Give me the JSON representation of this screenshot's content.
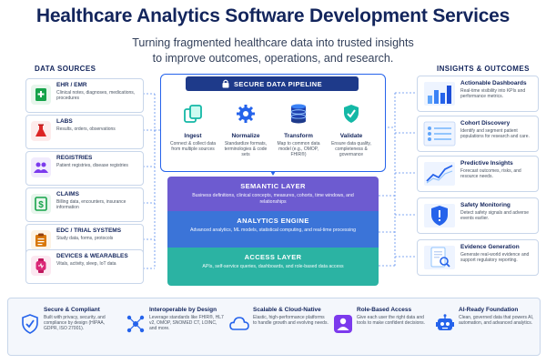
{
  "header": {
    "title": "Healthcare Analytics Software Development Services",
    "subtitle_line1": "Turning fragmented healthcare data into trusted insights",
    "subtitle_line2": "to improve outcomes, operations, and research."
  },
  "data_sources": {
    "heading": "DATA SOURCES",
    "items": [
      {
        "name": "EHR / EMR",
        "desc": "Clinical notes, diagnoses, medications, procedures",
        "icon": "document-plus-icon",
        "color": "#16a34a"
      },
      {
        "name": "LABS",
        "desc": "Results, orders, observations",
        "icon": "flask-icon",
        "color": "#dc2626"
      },
      {
        "name": "REGISTRIES",
        "desc": "Patient registries, disease registries",
        "icon": "people-icon",
        "color": "#7c3aed"
      },
      {
        "name": "CLAIMS",
        "desc": "Billing data, encounters, insurance information",
        "icon": "dollar-document-icon",
        "color": "#16a34a"
      },
      {
        "name": "EDC / TRIAL SYSTEMS",
        "desc": "Study data, forms, protocols",
        "icon": "clipboard-icon",
        "color": "#d97706"
      },
      {
        "name": "DEVICES & WEARABLES",
        "desc": "Vitals, activity, sleep, IoT data",
        "icon": "smartwatch-icon",
        "color": "#db2777"
      }
    ]
  },
  "pipeline": {
    "heading": "SECURE DATA PIPELINE",
    "steps": [
      {
        "label": "Ingest",
        "desc": "Connect & collect data from multiple sources",
        "icon": "copy-icon"
      },
      {
        "label": "Normalize",
        "desc": "Standardize formats, terminologies & code sets",
        "icon": "gear-icon"
      },
      {
        "label": "Transform",
        "desc": "Map to common data model (e.g., OMOP, FHIR®)",
        "icon": "database-icon"
      },
      {
        "label": "Validate",
        "desc": "Ensure data quality, completeness & governance",
        "icon": "shield-check-icon"
      }
    ]
  },
  "layers": [
    {
      "title": "SEMANTIC LAYER",
      "desc": "Business definitions, clinical concepts, measures, cohorts, time windows, and relationships",
      "color": "#6d5bd0"
    },
    {
      "title": "ANALYTICS ENGINE",
      "desc": "Advanced analytics, ML models, statistical computing, and real-time processing",
      "color": "#3b74d8"
    },
    {
      "title": "ACCESS LAYER",
      "desc": "APIs, self-service queries, dashboards, and role-based data access",
      "color": "#2bb3a3"
    }
  ],
  "insights": {
    "heading": "INSIGHTS & OUTCOMES",
    "items": [
      {
        "name": "Actionable Dashboards",
        "desc": "Real-time visibility into KPIs and performance metrics.",
        "icon": "bar-chart-icon"
      },
      {
        "name": "Cohort Discovery",
        "desc": "Identify and segment patient populations for research and care.",
        "icon": "cohort-table-icon"
      },
      {
        "name": "Predictive Insights",
        "desc": "Forecast outcomes, risks, and resource needs.",
        "icon": "line-chart-icon"
      },
      {
        "name": "Safety Monitoring",
        "desc": "Detect safety signals and adverse events earlier.",
        "icon": "shield-alert-icon"
      },
      {
        "name": "Evidence Generation",
        "desc": "Generate real-world evidence and support regulatory reporting.",
        "icon": "document-search-icon"
      }
    ]
  },
  "features": [
    {
      "title": "Secure & Compliant",
      "desc": "Built with privacy, security, and compliance by design (HIPAA, GDPR, ISO 27001).",
      "icon": "shield-check-icon",
      "color": "#2563eb"
    },
    {
      "title": "Interoperable by Design",
      "desc": "Leverage standards like FHIR®, HL7 v2, OMOP, SNOMED CT, LOINC, and more.",
      "icon": "network-icon",
      "color": "#2563eb"
    },
    {
      "title": "Scalable & Cloud-Native",
      "desc": "Elastic, high-performance platforms to handle growth and evolving needs.",
      "icon": "cloud-icon",
      "color": "#2563eb"
    },
    {
      "title": "Role-Based Access",
      "desc": "Give each user the right data and tools to make confident decisions.",
      "icon": "user-lock-icon",
      "color": "#7c3aed"
    },
    {
      "title": "AI-Ready Foundation",
      "desc": "Clean, governed data that powers AI, automation, and advanced analytics.",
      "icon": "robot-icon",
      "color": "#2563eb"
    }
  ]
}
